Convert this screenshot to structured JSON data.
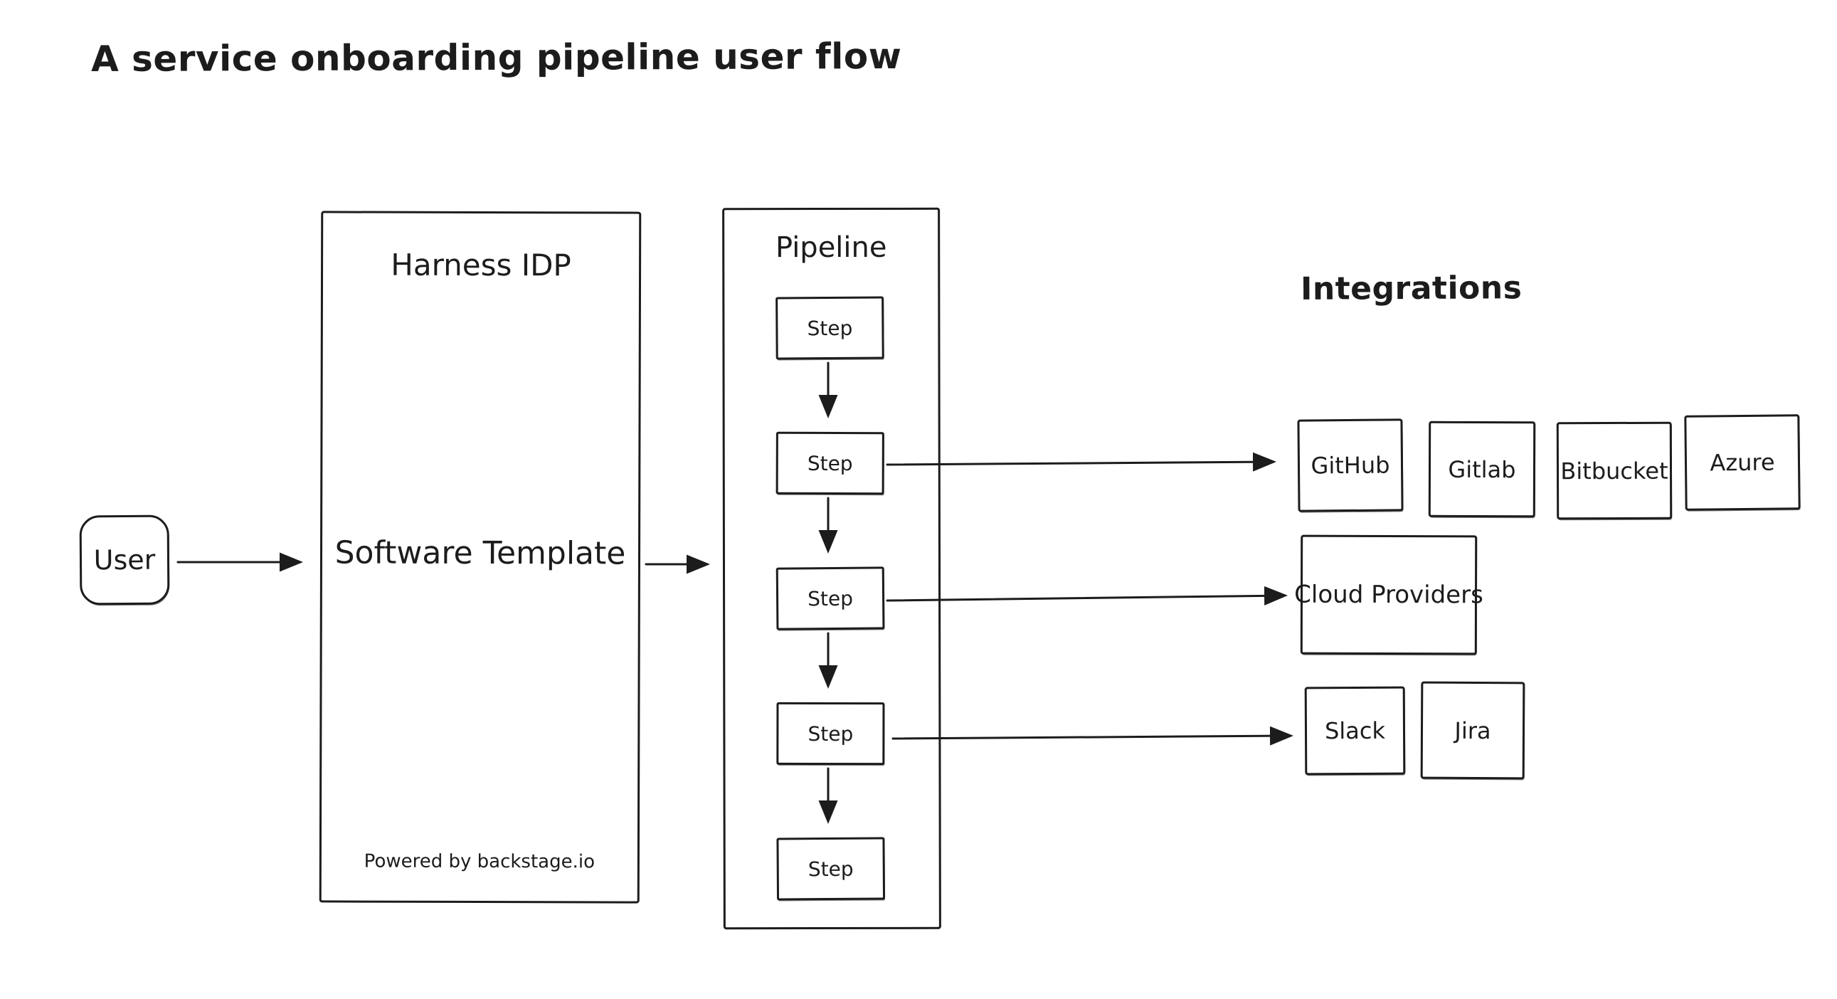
{
  "title": "A service onboarding pipeline user flow",
  "nodes": {
    "user": {
      "label": "User"
    },
    "harness": {
      "title": "Harness IDP",
      "center_label": "Software Template",
      "footer": "Powered by backstage.io"
    },
    "pipeline": {
      "title": "Pipeline",
      "steps": [
        "Step",
        "Step",
        "Step",
        "Step",
        "Step"
      ]
    },
    "integrations": {
      "heading": "Integrations",
      "row1": [
        "GitHub",
        "Gitlab",
        "Bitbucket",
        "Azure"
      ],
      "cloud": "Cloud Providers",
      "row3": [
        "Slack",
        "Jira"
      ]
    }
  },
  "colors": {
    "stroke": "#1c1c1c",
    "background": "#ffffff"
  }
}
